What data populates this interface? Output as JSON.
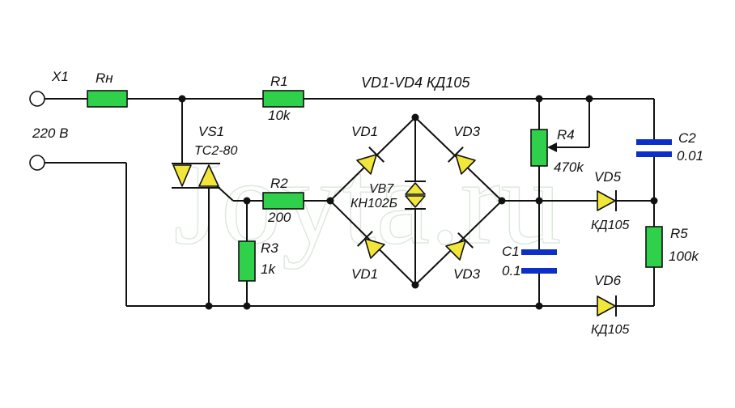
{
  "colors": {
    "resistor": "#2fd14a",
    "diode": "#f2e63a",
    "capacitor": "#0b2fc8",
    "wire": "#111111",
    "watermark": "#e4ece4"
  },
  "watermark": "Joyta.ru",
  "labels": {
    "x1": "X1",
    "supply": "220 В",
    "rn": "Rн",
    "r1": "R1",
    "r1_val": "10k",
    "bridge_title": "VD1-VD4 КД105",
    "vs1": "VS1",
    "vs1_type": "ТС2-80",
    "r2": "R2",
    "r2_val": "200",
    "r3": "R3",
    "r3_val": "1k",
    "vd1_top": "VD1",
    "vd3_top": "VD3",
    "vd1_bottom": "VD1",
    "vd3_bottom": "VD3",
    "vb7": "VB7",
    "vb7_type": "КН102Б",
    "r4": "R4",
    "r4_val": "470k",
    "c2": "C2",
    "c2_val": "0.01",
    "vd5": "VD5",
    "vd5_type": "КД105",
    "c1": "C1",
    "c1_val": "0.1",
    "r5": "R5",
    "r5_val": "100k",
    "vd6": "VD6",
    "vd6_type": "КД105"
  }
}
